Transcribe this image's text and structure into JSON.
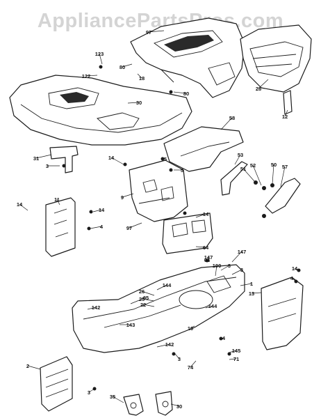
{
  "watermark": "AppliancePartsPros.com",
  "callouts": [
    "97",
    "28",
    "12",
    "123",
    "122",
    "80",
    "18",
    "80",
    "30",
    "31",
    "3",
    "58",
    "5",
    "5",
    "14",
    "9",
    "53",
    "51",
    "52",
    "50",
    "57",
    "14",
    "11",
    "14",
    "4",
    "97",
    "14",
    "64",
    "64",
    "147",
    "100",
    "3",
    "147",
    "3",
    "14",
    "4",
    "144",
    "26",
    "25",
    "22",
    "1",
    "13",
    "65",
    "142",
    "143",
    "144",
    "10",
    "4",
    "3",
    "74",
    "145",
    "71",
    "142",
    "2",
    "3",
    "35",
    "30"
  ]
}
